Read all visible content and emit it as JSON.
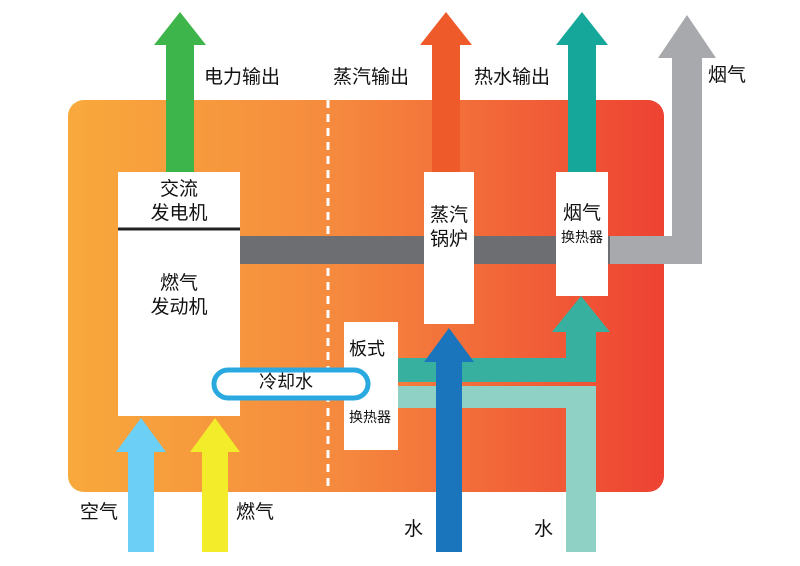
{
  "outputs": {
    "electricity": "电力输出",
    "steam": "蒸汽输出",
    "hot_water": "热水输出",
    "flue_gas": "烟气"
  },
  "inputs": {
    "air": "空气",
    "fuel": "燃气",
    "water_steam": "水",
    "water_hot": "水"
  },
  "components": {
    "generator_line1": "交流",
    "generator_line2": "发电机",
    "engine_line1": "燃气",
    "engine_line2": "发动机",
    "cooling_water": "冷却水",
    "plate_hx_line1": "板式",
    "plate_hx_line2": "换热器",
    "boiler_line1": "蒸汽",
    "boiler_line2": "锅炉",
    "flue_hx_line1": "烟气",
    "flue_hx_line2": "换热器"
  },
  "colors": {
    "electricity_arrow": "#3DB54A",
    "steam_arrow": "#EF5A2A",
    "hot_water_arrow": "#14A79A",
    "flue_gas_arrow": "#A7A9AC",
    "exhaust_duct": "#6D6E71",
    "air_arrow": "#6CCFF6",
    "fuel_arrow": "#F2EC2B",
    "water_arrow": "#1B75BC",
    "return_water": "#8FD1C4",
    "cooling_loop": "#2AA9E0",
    "panel_left": "#F7A43A",
    "panel_right": "#EE4433"
  }
}
